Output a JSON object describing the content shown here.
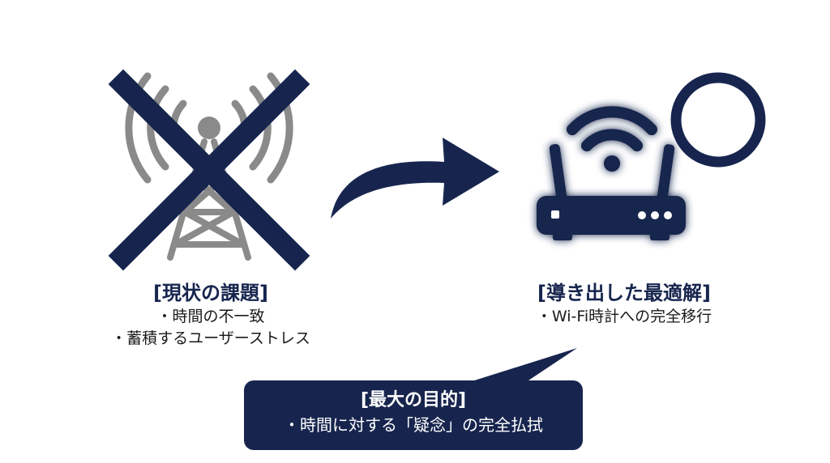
{
  "current_issues": {
    "heading": "[現状の課題]",
    "bullets": [
      "・時間の不一致",
      "・蓄積するユーザーストレス"
    ]
  },
  "optimal_solution": {
    "heading": "[導き出した最適解]",
    "bullets": [
      "・Wi-Fi時計への完全移行"
    ]
  },
  "goal": {
    "heading": "[最大の目的]",
    "bullets": [
      "・時間に対する「疑念」の完全払拭"
    ]
  },
  "colors": {
    "navy": "#17254e",
    "tower_gray": "#8a8a8a",
    "router_glow": "#4a90e2"
  },
  "icons": {
    "left": "radio-tower-icon",
    "left_overlay": "cross-mark-icon",
    "transition": "curved-arrow-icon",
    "right": "wifi-router-icon",
    "right_overlay": "circle-mark-icon"
  }
}
